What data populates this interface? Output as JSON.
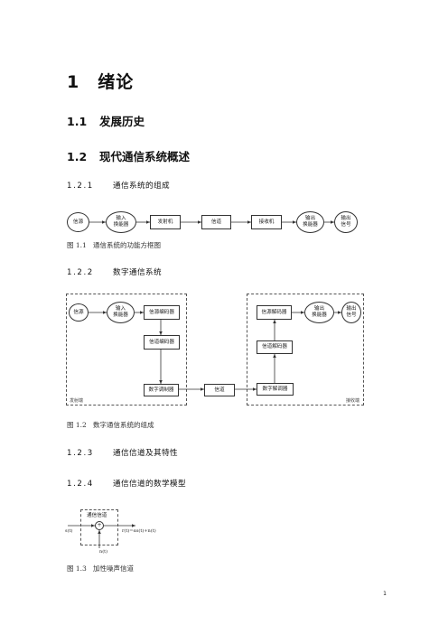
{
  "chapter": {
    "number": "1",
    "title": "绪论"
  },
  "sec_1_1": {
    "number": "1.1",
    "title": "发展历史"
  },
  "sec_1_2": {
    "number": "1.2",
    "title": "现代通信系统概述"
  },
  "sub_1_2_1": {
    "number": "1.2.1",
    "title": "通信系统的组成"
  },
  "fig_1_1": {
    "blocks": [
      "信源",
      "输入\n换能器",
      "发射机",
      "信道",
      "接收机",
      "输出\n换能器",
      "输出\n信号"
    ],
    "caption_number": "图 1.1",
    "caption_text": "通信系统的功能方框图"
  },
  "sub_1_2_2": {
    "number": "1.2.2",
    "title": "数字通信系统"
  },
  "fig_1_2": {
    "tx": {
      "source": "信源",
      "input_transducer": "输入\n换能器",
      "source_encoder": "信源编码器",
      "channel_encoder": "信道编码器",
      "modulator": "数字调制器",
      "zone_label": "发射端"
    },
    "channel": "信道",
    "rx": {
      "demodulator": "数字解调器",
      "channel_decoder": "信道解码器",
      "source_decoder": "信源解码器",
      "output_transducer": "输出\n换能器",
      "output_signal": "输出\n信号",
      "zone_label": "接收端"
    },
    "caption_number": "图 1.2",
    "caption_text": "数字通信系统的组成"
  },
  "sub_1_2_3": {
    "number": "1.2.3",
    "title": "通信信道及其特性"
  },
  "sub_1_2_4": {
    "number": "1.2.4",
    "title": "通信信道的数学模型"
  },
  "fig_1_3": {
    "box_label": "通信信道",
    "input": "s(t)",
    "output": "r(t)=αs(t)+n(t)",
    "noise": "n(t)",
    "adder": "+",
    "caption_number": "图 1.3",
    "caption_text": "加性噪声信道"
  },
  "page_number": "1"
}
